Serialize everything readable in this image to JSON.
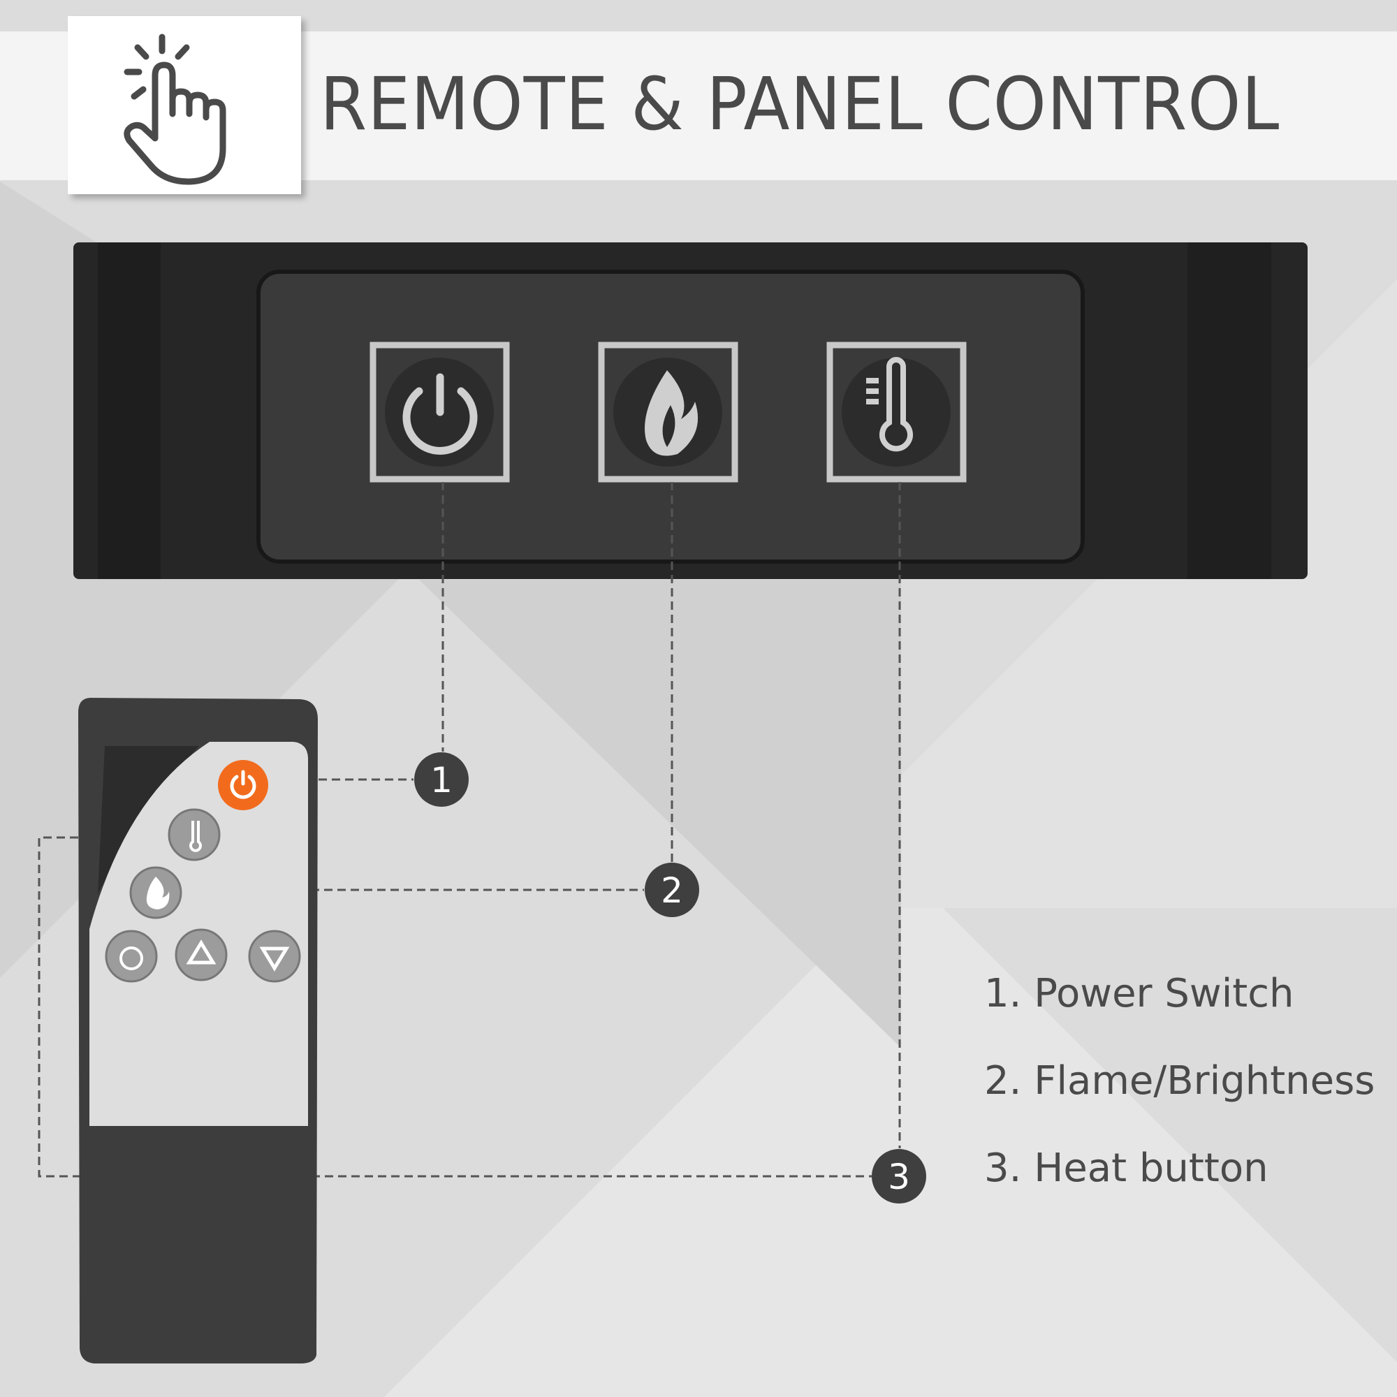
{
  "header": {
    "title": "REMOTE & PANEL CONTROL",
    "icon": "tap-hand-icon"
  },
  "panel": {
    "buttons": [
      {
        "icon": "power-icon"
      },
      {
        "icon": "flame-icon"
      },
      {
        "icon": "thermometer-icon"
      }
    ]
  },
  "remote": {
    "buttons": [
      {
        "icon": "power-icon",
        "color": "#f26b1d"
      },
      {
        "icon": "thermometer-icon"
      },
      {
        "icon": "flame-icon"
      },
      {
        "icon": "timer-icon"
      },
      {
        "icon": "up-arrow-icon"
      },
      {
        "icon": "down-arrow-icon"
      }
    ]
  },
  "markers": [
    "1",
    "2",
    "3"
  ],
  "legend": [
    "1. Power Switch",
    "2. Flame/Brightness",
    "3. Heat button"
  ]
}
